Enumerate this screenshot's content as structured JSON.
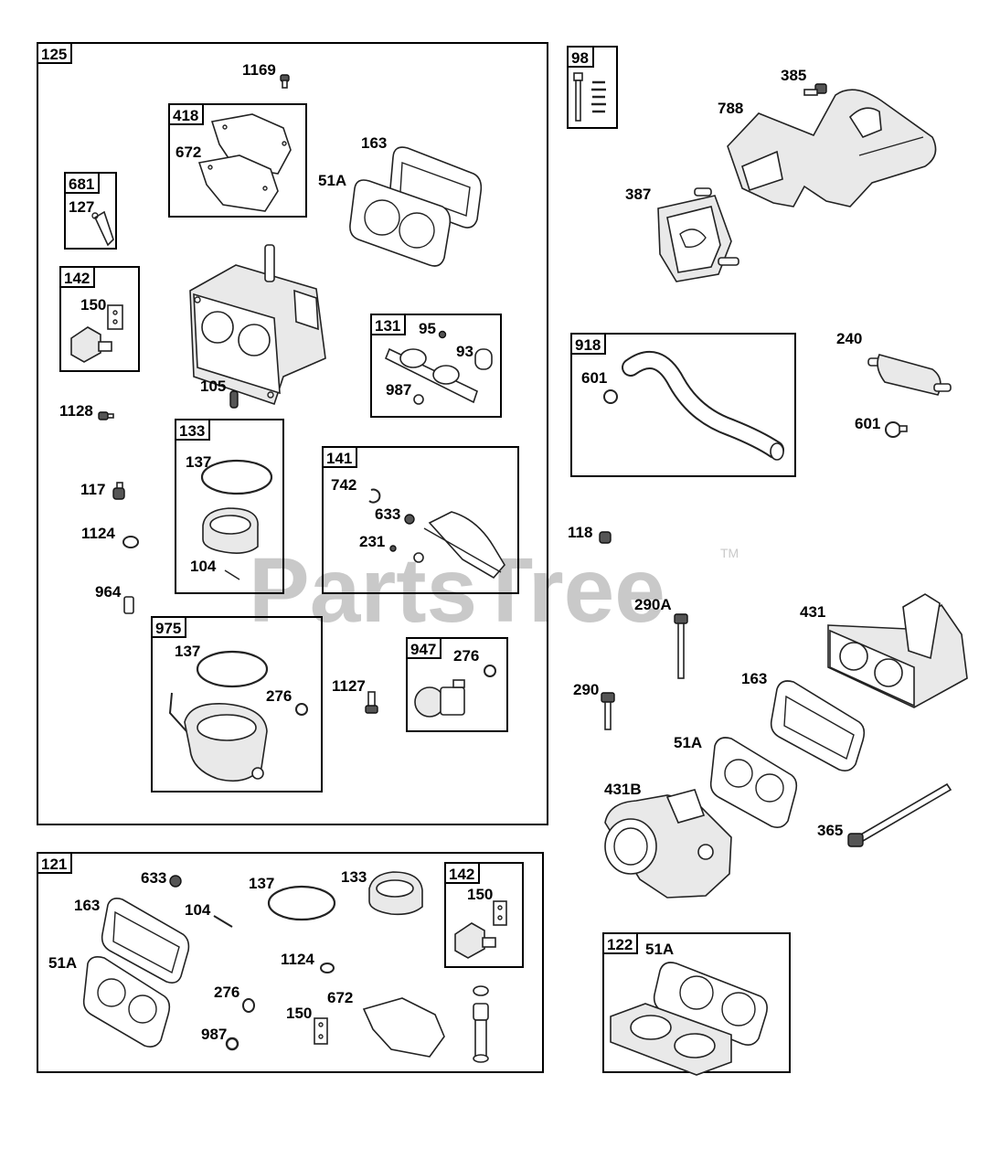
{
  "watermark": {
    "text": "PartsTree",
    "trademark": "TM"
  },
  "groups": [
    {
      "id": "125",
      "label": "125"
    },
    {
      "id": "418",
      "label": "418"
    },
    {
      "id": "681",
      "label": "681"
    },
    {
      "id": "142a",
      "label": "142"
    },
    {
      "id": "131",
      "label": "131"
    },
    {
      "id": "133",
      "label": "133"
    },
    {
      "id": "141",
      "label": "141"
    },
    {
      "id": "975",
      "label": "975"
    },
    {
      "id": "947",
      "label": "947"
    },
    {
      "id": "98",
      "label": "98"
    },
    {
      "id": "918",
      "label": "918"
    },
    {
      "id": "121",
      "label": "121"
    },
    {
      "id": "142b",
      "label": "142"
    },
    {
      "id": "122",
      "label": "122"
    }
  ],
  "callouts": [
    "1169",
    "672",
    "163",
    "51A",
    "127",
    "150",
    "95",
    "93",
    "987",
    "105",
    "1128",
    "137",
    "742",
    "633",
    "231",
    "117",
    "1124",
    "104",
    "964",
    "137",
    "276",
    "1127",
    "276",
    "385",
    "788",
    "387",
    "240",
    "601",
    "601",
    "118",
    "290A",
    "431",
    "163",
    "290",
    "51A",
    "431B",
    "365",
    "633",
    "137",
    "133",
    "163",
    "104",
    "150",
    "51A",
    "1124",
    "276",
    "672",
    "150",
    "987",
    "51A"
  ]
}
